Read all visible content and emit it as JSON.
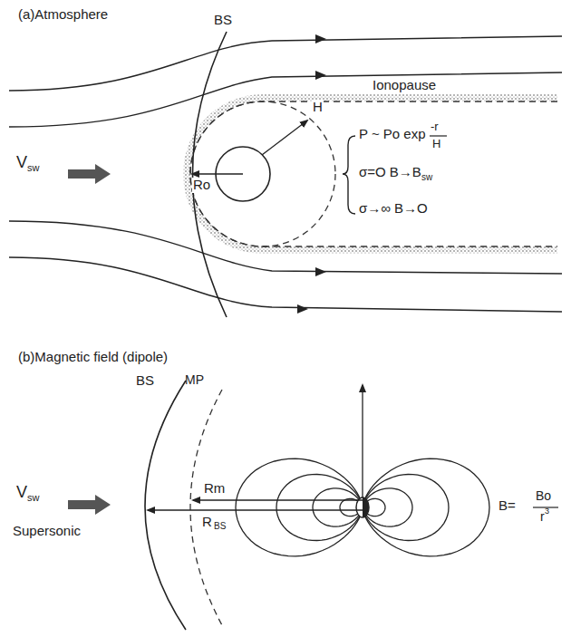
{
  "diagram": {
    "labels": [
      "(a)Atmosphere",
      "BS",
      "Ionopause",
      "V",
      "sw",
      "Ro",
      "H",
      "P ~ Po exp",
      "-r",
      "H",
      "σ=O B→B",
      "sw",
      "σ→∞ B→O",
      "(b)Magnetic field (dipole)",
      "BS",
      "MP",
      "V",
      "sw",
      "Supersonic",
      "Rm",
      "R",
      "BS",
      "B=",
      "Bo",
      "r",
      "3"
    ]
  }
}
